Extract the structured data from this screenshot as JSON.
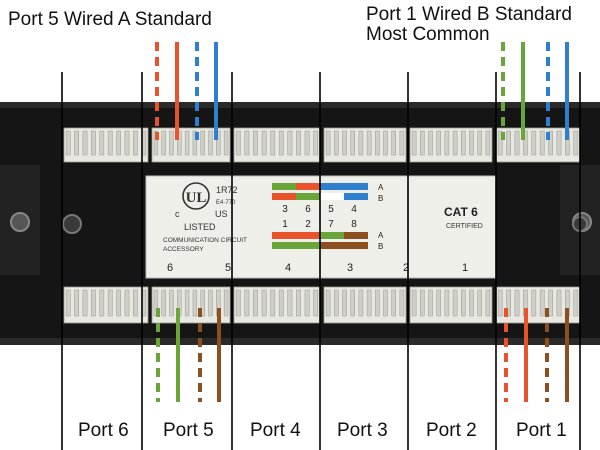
{
  "captions": {
    "port5": "Port 5 Wired A Standard",
    "port1_line1": "Port 1 Wired B Standard",
    "port1_line2": "Most Common"
  },
  "label_plate": {
    "ul_mark": "UL",
    "ul_c": "c",
    "ul_us": "US",
    "ul_code": "1R72",
    "ul_file": "E4·770",
    "listed": "LISTED",
    "accessory_line1": "COMMUNICATION CIRCUIT",
    "accessory_line2": "ACCESSORY",
    "pins_top": [
      "3",
      "6",
      "5",
      "4"
    ],
    "pins_bottom": [
      "1",
      "2",
      "7",
      "8"
    ],
    "ab_top": [
      "A",
      "B"
    ],
    "ab_bottom": [
      "A",
      "B"
    ],
    "cat": "CAT 6",
    "certified": "CERTIFIED",
    "ports_bottom": [
      "6",
      "5",
      "4",
      "3",
      "2",
      "1"
    ]
  },
  "port_labels": [
    "Port 6",
    "Port 5",
    "Port 4",
    "Port 3",
    "Port 2",
    "Port 1"
  ],
  "colors": {
    "panel": "#151515",
    "terminal": "#e8e8e2",
    "label_bg": "#efefe9",
    "orange": "#e8532b",
    "green": "#6aa53a",
    "blue": "#2f7fcf",
    "brown": "#8b4f20"
  }
}
